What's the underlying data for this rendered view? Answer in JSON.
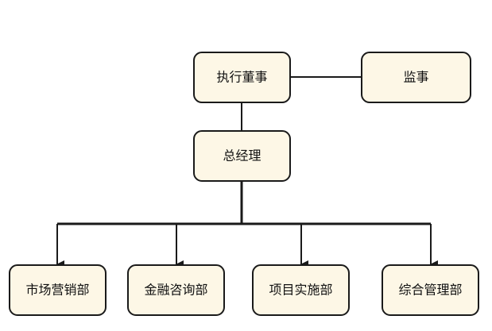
{
  "org_chart": {
    "top": {
      "director": "执行董事",
      "supervisor": "监事"
    },
    "manager": "总经理",
    "departments": [
      "市场营销部",
      "金融咨询部",
      "项目实施部",
      "综合管理部"
    ]
  },
  "colors": {
    "box_fill": "#fdf7e6",
    "line": "#1a1a1a"
  }
}
